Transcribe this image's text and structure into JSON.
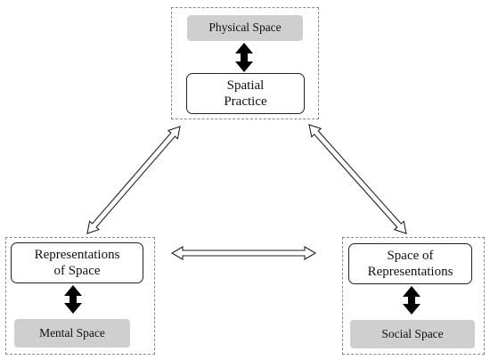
{
  "triad": {
    "top": {
      "space": "Physical Space",
      "concept": "Spatial\nPractice"
    },
    "left": {
      "concept": "Representations\nof Space",
      "space": "Mental Space"
    },
    "right": {
      "concept": "Space of\nRepresentations",
      "space": "Social Space"
    }
  },
  "colors": {
    "filled_box": "#cfcfcf",
    "outline": "#222222",
    "group_border": "#8a8a8a"
  }
}
